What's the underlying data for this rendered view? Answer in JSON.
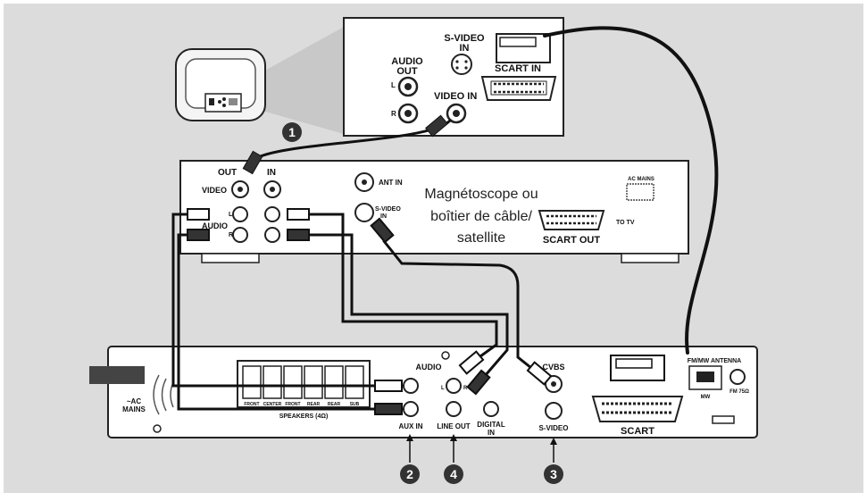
{
  "tv_panel": {
    "svideo_label_1": "S-VIDEO",
    "svideo_label_2": "IN",
    "audio_out_1": "AUDIO",
    "audio_out_2": "OUT",
    "left": "L",
    "right": "R",
    "video_in": "VIDEO IN",
    "scart_in": "SCART IN"
  },
  "vcr": {
    "name_line1": "Magnétoscope ou",
    "name_line2": "boîtier de câble/",
    "name_line3": "satellite",
    "out": "OUT",
    "in": "IN",
    "video": "VIDEO",
    "audio": "AUDIO",
    "l": "L",
    "r": "R",
    "ant_in": "ANT IN",
    "svideo_in_1": "S-VIDEO",
    "svideo_in_2": "IN",
    "ac_mains": "AC MAINS",
    "scart_out": "SCART OUT",
    "to_tv": "TO TV"
  },
  "receiver": {
    "ac_mains_1": "~AC",
    "ac_mains_2": "MAINS",
    "sp_front": "FRONT",
    "sp_center": "CENTER",
    "sp_front2": "FRONT",
    "sp_rear": "REAR",
    "sp_rear2": "REAR",
    "sp_sub": "SUB",
    "speakers": "SPEAKERS (4Ω)",
    "audio": "AUDIO",
    "aux_in": "AUX IN",
    "line_out": "LINE OUT",
    "l": "L",
    "r": "R",
    "digital_1": "DIGITAL",
    "digital_2": "IN",
    "cvbs": "CVBS",
    "svideo": "S-VIDEO",
    "scart": "SCART",
    "antenna": "FM/MW ANTENNA",
    "mw": "MW",
    "fm": "FM 75Ω"
  },
  "steps": {
    "s1": "1",
    "s2": "2",
    "s3": "3",
    "s4": "4"
  },
  "colors": {
    "background": "#dcdcdc",
    "panel": "#ffffff",
    "cable": "#111111",
    "badge": "#333333"
  }
}
